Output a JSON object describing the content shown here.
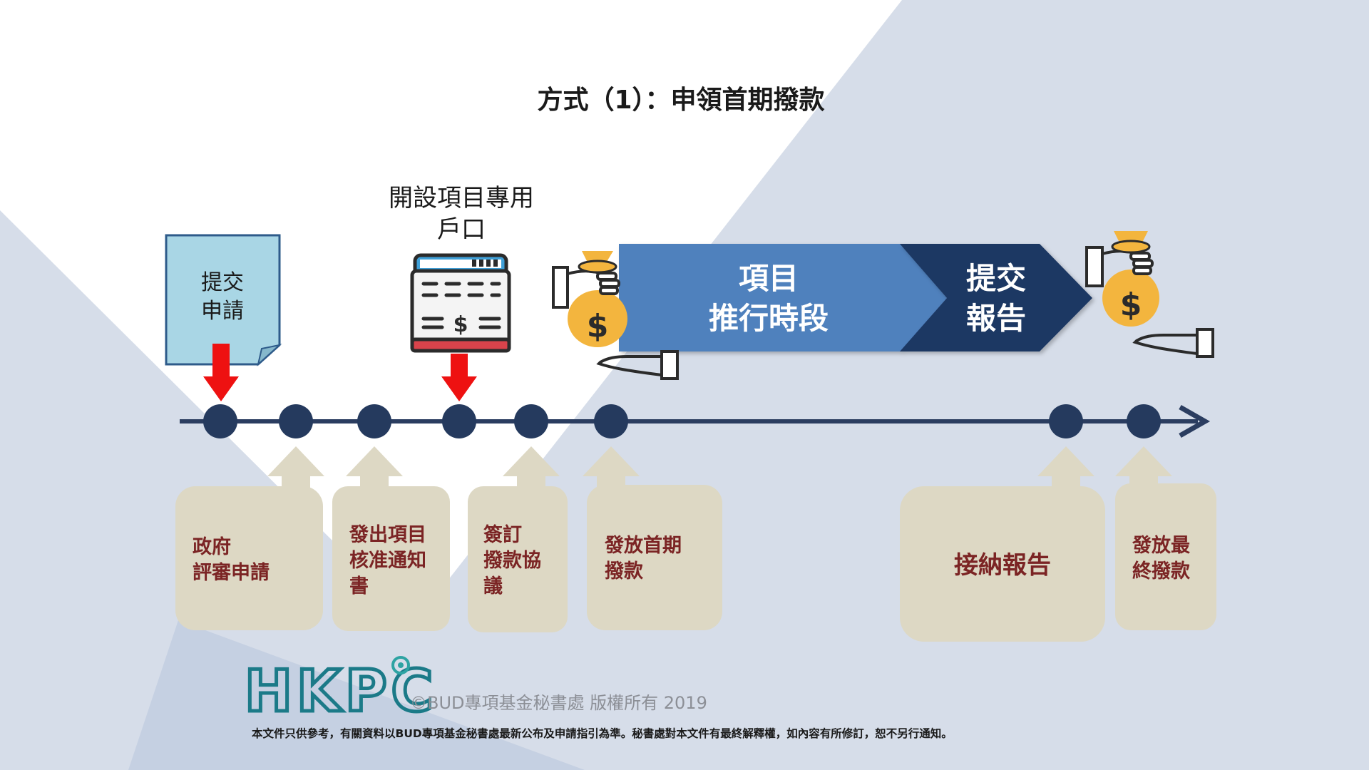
{
  "title": "方式（1）：申領首期撥款",
  "account_label": {
    "line1": "開設項目專用",
    "line2": "戶口"
  },
  "submit_note": {
    "line1": "提交",
    "line2": "申請"
  },
  "phases": {
    "project": {
      "line1": "項目",
      "line2": "推行時段"
    },
    "report": {
      "line1": "提交",
      "line2": "報告"
    }
  },
  "steps": [
    {
      "lines": [
        "政府",
        "評審申請"
      ]
    },
    {
      "lines": [
        "發出項目",
        "核准通知",
        "書"
      ]
    },
    {
      "lines": [
        "簽訂",
        "撥款協",
        "議"
      ]
    },
    {
      "lines": [
        "發放首期",
        "撥款"
      ]
    },
    {
      "lines": [
        "接納報告"
      ]
    },
    {
      "lines": [
        "發放最",
        "終撥款"
      ]
    }
  ],
  "icons": {
    "bank": "bank-terminal-icon",
    "money_left": "money-bag-hand-icon",
    "money_right": "money-bag-hand-icon",
    "currency_symbol": "$"
  },
  "footer": {
    "logo_text": "HKPC",
    "copyright": "©BUD專項基金秘書處 版權所有 2019",
    "disclaimer": "本文件只供參考，有關資料以BUD專項基金秘書處最新公布及申請指引為準。秘書處對本文件有最終解釋權，如內容有所修訂，恕不另行通知。"
  },
  "colors": {
    "timeline": "#2b3d60",
    "node_fill": "#253a5e",
    "project_arrow": "#4f81bd",
    "report_arrow": "#1f3864",
    "step_box": "#ddd8c4",
    "step_text": "#7b2424",
    "note_fill": "#a9d6e5",
    "note_border": "#2e5b8a",
    "red_arrow": "#ee1111",
    "background_tint": "#d6dde9",
    "logo": "#1b7a88",
    "coin": "#f3b53e"
  }
}
